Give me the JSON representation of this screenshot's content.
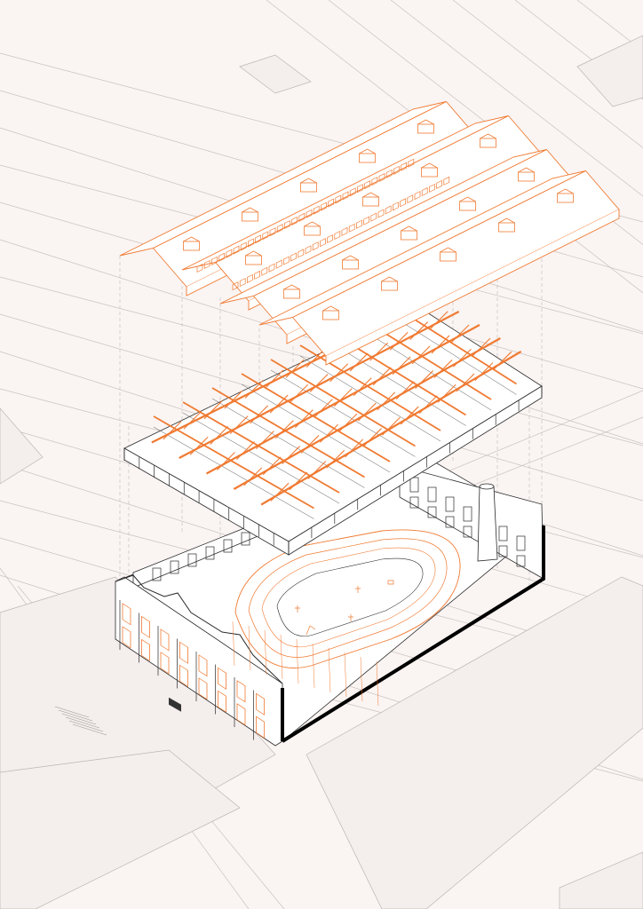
{
  "colors": {
    "background": "#faf4f2",
    "context_lines": "#c9c2bf",
    "linework": "#2a2a2a",
    "accent_orange": "#f07a32",
    "panel_white": "#ffffff"
  },
  "layers": [
    {
      "name": "roof-skin",
      "color": "accent_orange"
    },
    {
      "name": "timber-roof-structure",
      "color": "accent_orange"
    },
    {
      "name": "building-shell-with-velodrome-track",
      "color": "accent_orange"
    },
    {
      "name": "site-context",
      "color": "context_lines"
    }
  ]
}
